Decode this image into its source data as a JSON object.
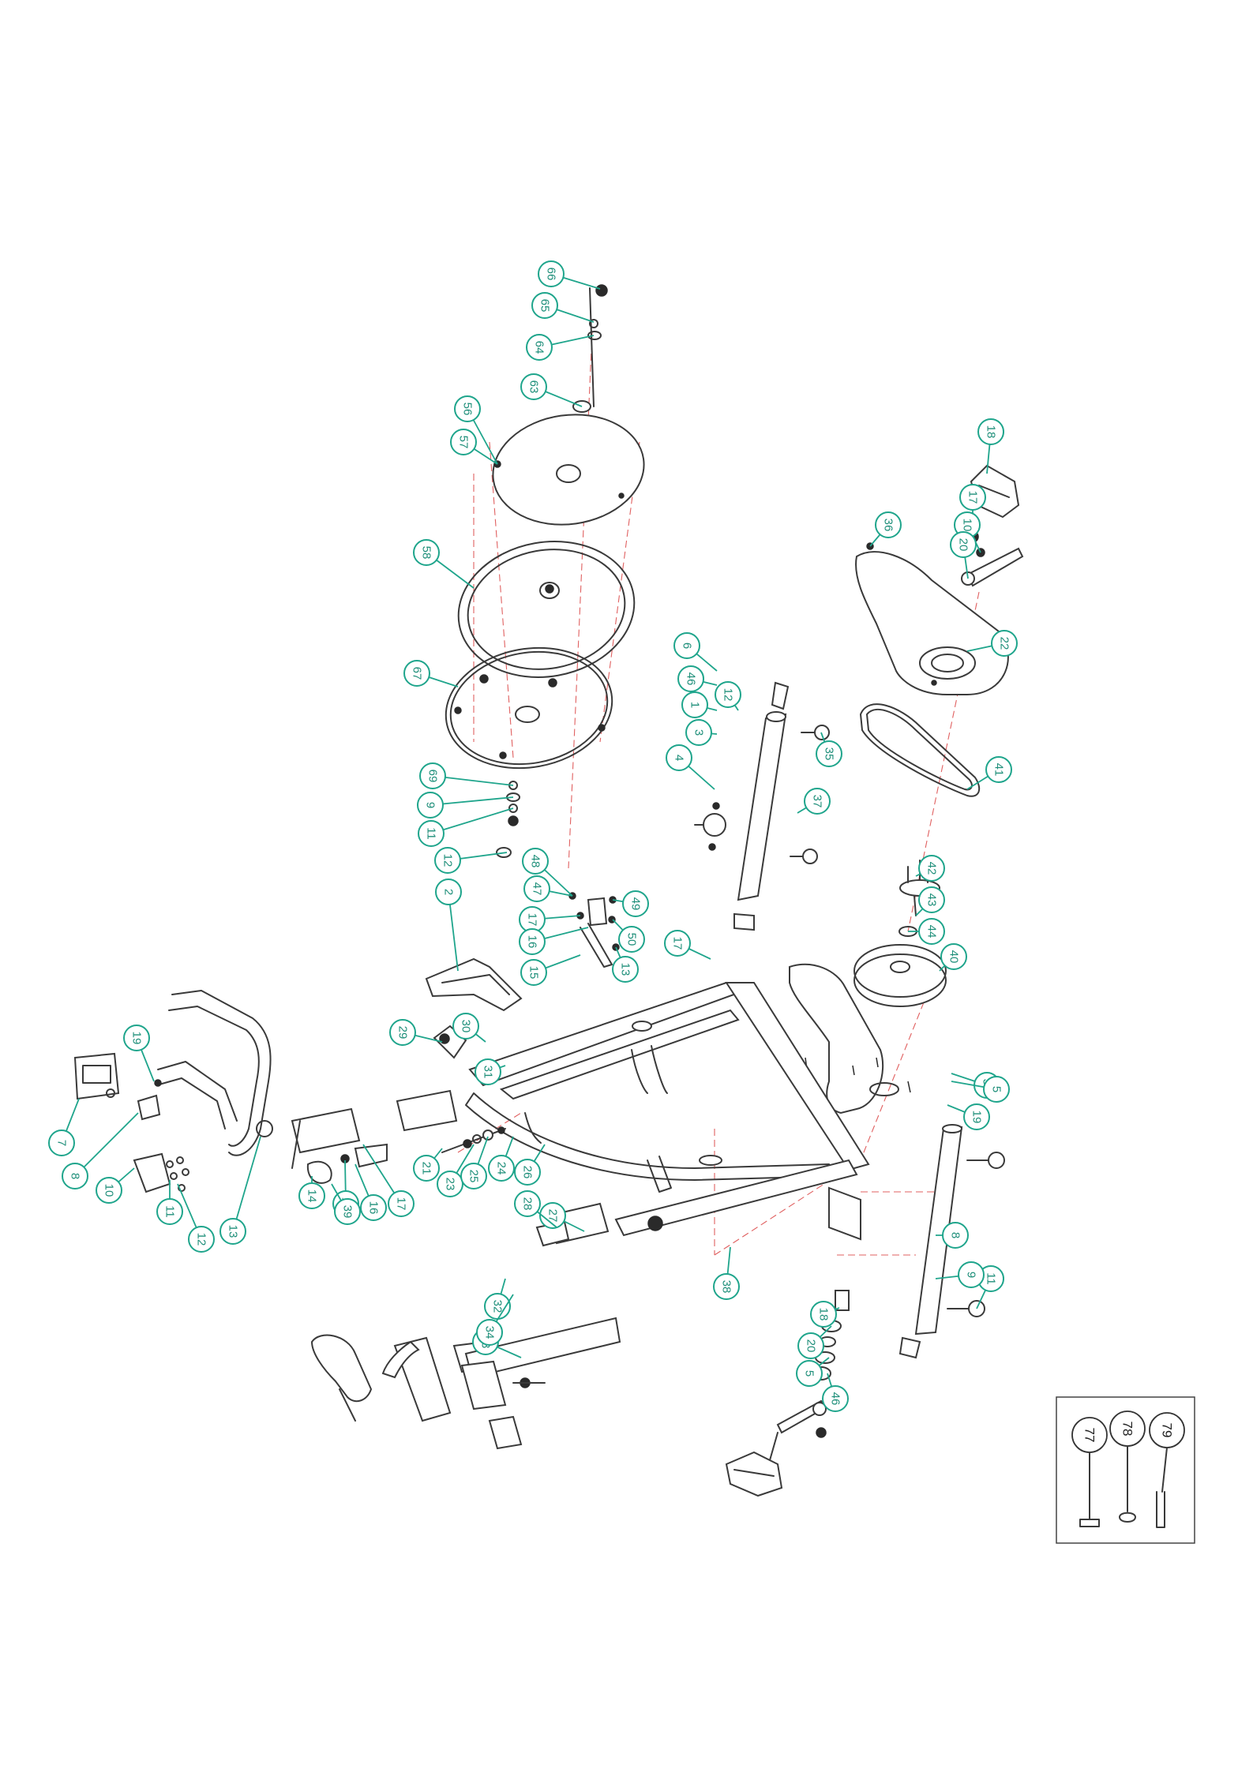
{
  "balloon_labels": [
    "66",
    "65",
    "64",
    "63",
    "56",
    "57",
    "58",
    "67",
    "69",
    "9",
    "11",
    "12",
    "2",
    "48",
    "47",
    "17",
    "16",
    "15",
    "49",
    "50",
    "13",
    "17",
    "19",
    "18",
    "20",
    "5",
    "46",
    "18b",
    "17b",
    "10b",
    "20b",
    "22",
    "41",
    "42",
    "43",
    "44",
    "40",
    "35",
    "19b",
    "36",
    "35b",
    "37",
    "8",
    "11b",
    "12b",
    "6",
    "46b",
    "1",
    "3",
    "4",
    "5b",
    "9b",
    "7",
    "8b",
    "10",
    "11c",
    "12c",
    "13b",
    "14",
    "15b",
    "16b",
    "17c",
    "21",
    "23",
    "25",
    "24",
    "26",
    "27",
    "28",
    "29",
    "30",
    "31",
    "32",
    "33",
    "34",
    "38",
    "39"
  ],
  "tools": {
    "labels": [
      "77",
      "78",
      "79"
    ]
  }
}
